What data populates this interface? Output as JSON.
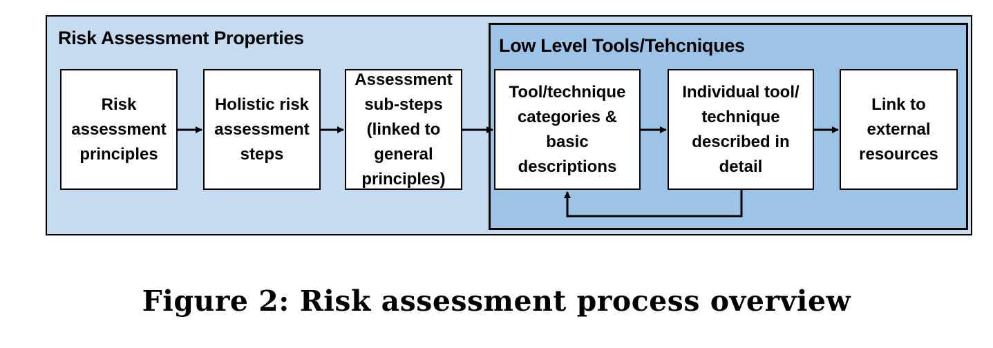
{
  "diagram": {
    "outer_title": "Risk Assessment Properties",
    "inner_title": "Low Level Tools/Tehcniques",
    "boxes": [
      "Risk\nassessment\nprinciples",
      "Holistic risk\nassessment\nsteps",
      "Assessment\nsub-steps\n(linked to\ngeneral\nprinciples)",
      "Tool/technique\ncategories &\nbasic\ndescriptions",
      "Individual tool/\ntechnique\ndescribed in\ndetail",
      "Link to\nexternal\nresources"
    ],
    "colors": {
      "outer_fill": "#c5dbf0",
      "inner_fill": "#9dc3e6",
      "box_fill": "#ffffff",
      "stroke": "#000000"
    }
  },
  "caption": "Figure 2: Risk assessment process overview"
}
